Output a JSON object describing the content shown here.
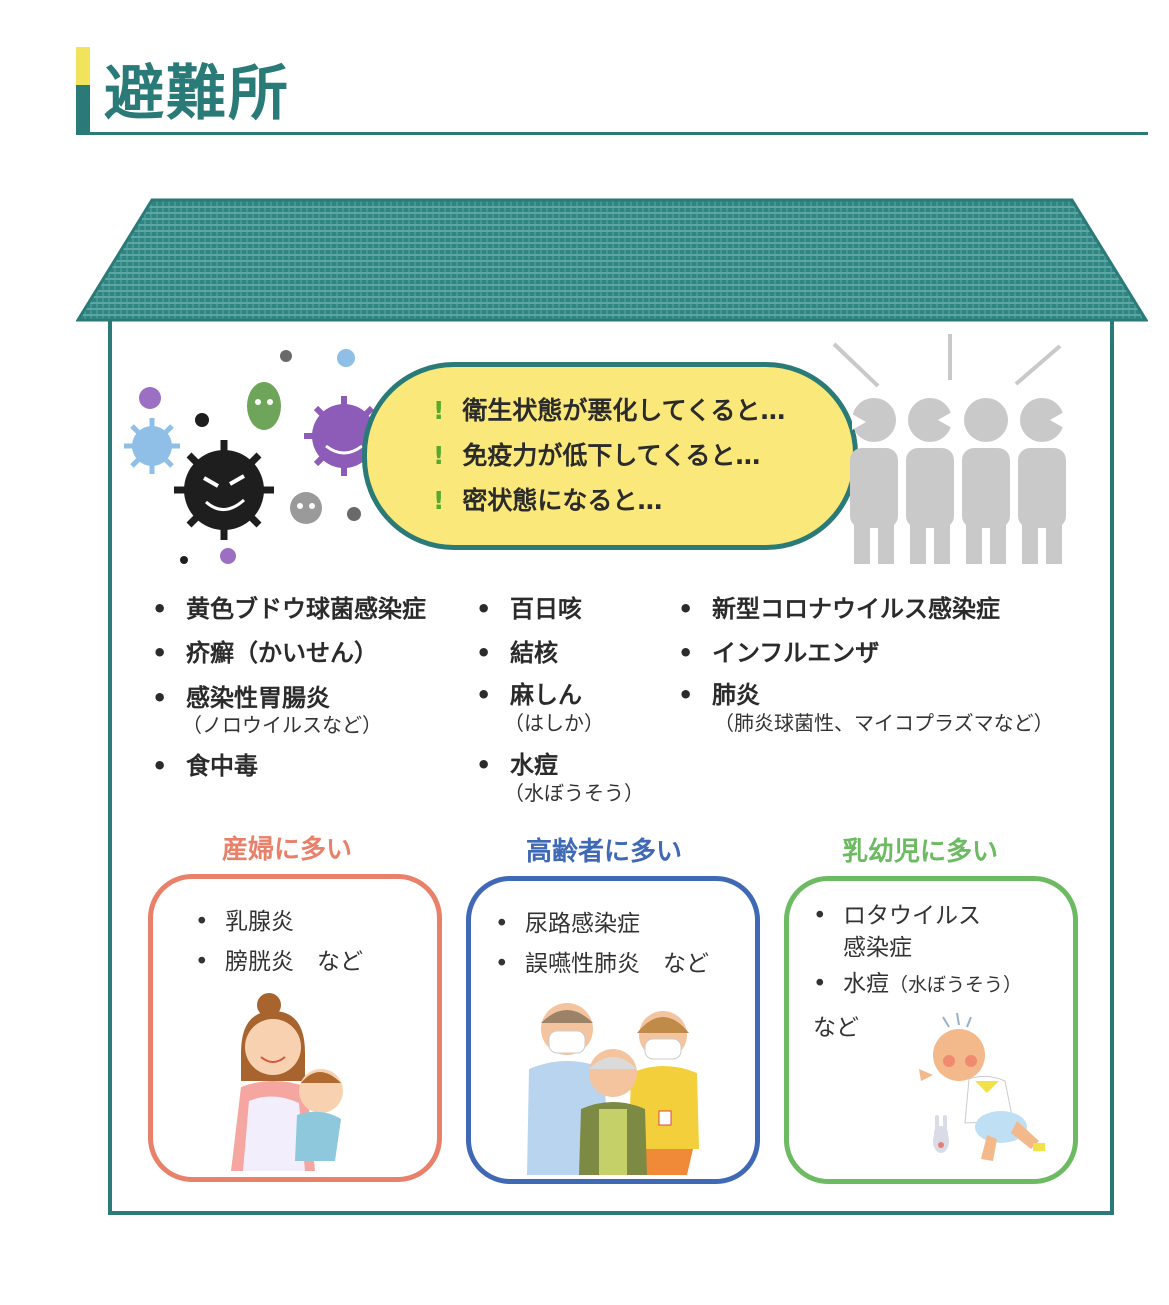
{
  "title": "避難所",
  "situation": {
    "mark": "!",
    "lines": [
      "衛生状態が悪化してくると…",
      "免疫力が低下してくると…",
      "密状態になると…"
    ]
  },
  "bullet": "•",
  "diseases": {
    "col1": [
      {
        "name": "黄色ブドウ球菌感染症"
      },
      {
        "name": "疥癬（かいせん）"
      },
      {
        "name": "感染性胃腸炎",
        "note": "（ノロウイルスなど）"
      },
      {
        "name": "食中毒"
      }
    ],
    "col2": [
      {
        "name": "百日咳"
      },
      {
        "name": "結核"
      },
      {
        "name": "麻しん",
        "note": "（はしか）"
      },
      {
        "name": "水痘",
        "note": "（水ぼうそう）"
      }
    ],
    "col3": [
      {
        "name": "新型コロナウイルス感染症"
      },
      {
        "name": "インフルエンザ"
      },
      {
        "name": "肺炎",
        "note": "（肺炎球菌性、マイコプラズマなど）"
      }
    ]
  },
  "groups": {
    "pregnant": {
      "label": "産婦に多い",
      "items": [
        "乳腺炎",
        "膀胱炎　など"
      ],
      "color": "#e8806a"
    },
    "elderly": {
      "label": "高齢者に多い",
      "items": [
        "尿路感染症",
        "誤嚥性肺炎　など"
      ],
      "color": "#3f68b5"
    },
    "infant": {
      "label": "乳幼児に多い",
      "items": [
        "ロタウイルス",
        "感染症",
        "水痘",
        "（水ぼうそう）",
        "など"
      ],
      "color": "#6cba62"
    }
  },
  "colors": {
    "teal": "#2a7a78",
    "yellow": "#fbe87a",
    "exclaim": "#58a82e",
    "crowd": "#c9c9c9"
  }
}
